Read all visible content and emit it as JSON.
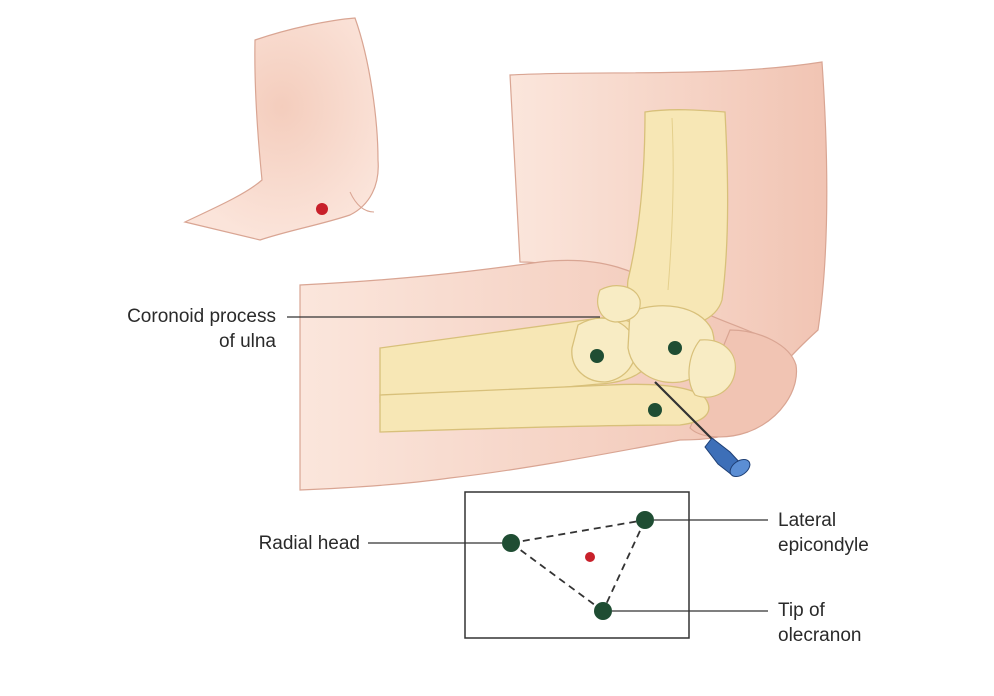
{
  "labels": {
    "coronoid_line1": "Coronoid process",
    "coronoid_line2": "of ulna",
    "radial_head": "Radial head",
    "lateral_line1": "Lateral",
    "lateral_line2": "epicondyle",
    "tip_line1": "Tip of",
    "tip_line2": "olecranon"
  },
  "colors": {
    "skin": "#f6d2c3",
    "skin_shadow": "#efbfae",
    "skin_outline": "#d9a593",
    "bone": "#f7e7b5",
    "bone_outline": "#d8c07a",
    "landmark": "#1f4d33",
    "injection_site": "#c8202a",
    "needle_hub": "#3d6fb8",
    "leader_line": "#333333"
  },
  "icons": {
    "needle": "syringe-needle-icon"
  }
}
